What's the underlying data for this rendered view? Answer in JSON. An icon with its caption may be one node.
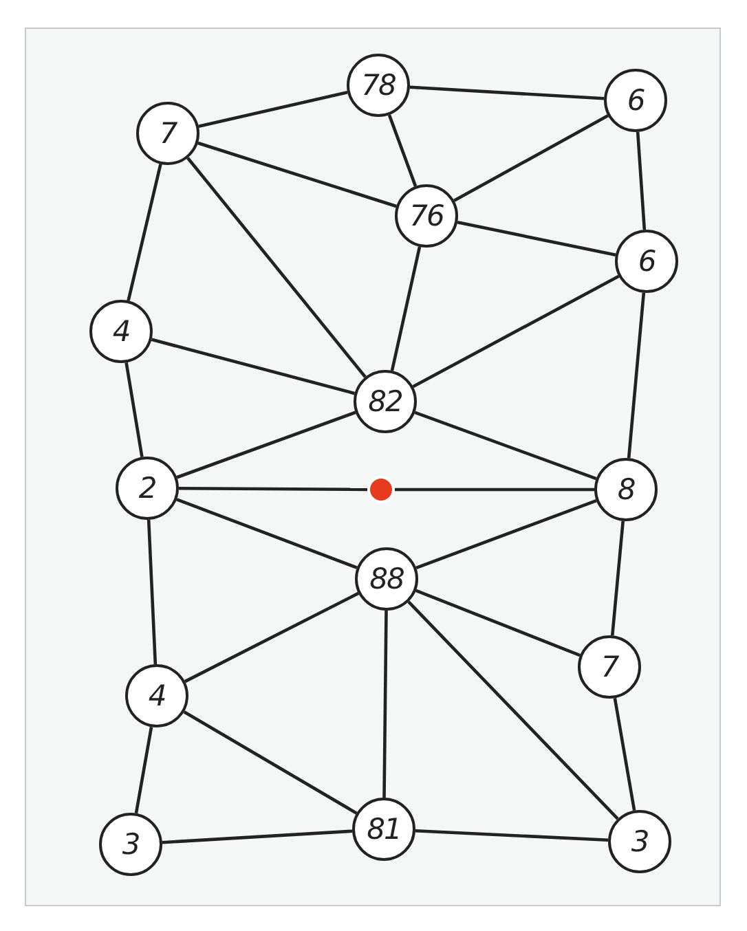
{
  "diagram": {
    "nodes": [
      {
        "text": [
          "7"
        ]
      },
      {
        "text": [
          "78"
        ]
      },
      {
        "text": [
          "6"
        ]
      },
      {
        "text": [
          "76"
        ]
      },
      {
        "text": [
          "6"
        ]
      },
      {
        "text": [
          "4"
        ]
      },
      {
        "text": [
          "82"
        ]
      },
      {
        "text": [
          "2"
        ]
      },
      {
        "text": [],
        "shape": "circle"
      },
      {
        "text": [
          "8"
        ]
      },
      {
        "text": [
          "88"
        ]
      },
      {
        "text": [
          "7"
        ]
      },
      {
        "text": [
          "4"
        ]
      },
      {
        "text": [
          "3"
        ]
      },
      {
        "text": [
          "81"
        ]
      },
      {
        "text": [
          "3"
        ]
      }
    ],
    "edges": [
      {
        "from": 0,
        "to": 1,
        "arrow": "none"
      },
      {
        "from": 1,
        "to": 2,
        "arrow": "none"
      },
      {
        "from": 1,
        "to": 3,
        "arrow": "none"
      },
      {
        "from": 0,
        "to": 3,
        "arrow": "none"
      },
      {
        "from": 3,
        "to": 2,
        "arrow": "none"
      },
      {
        "from": 3,
        "to": 4,
        "arrow": "none"
      },
      {
        "from": 2,
        "to": 4,
        "arrow": "none"
      },
      {
        "from": 0,
        "to": 5,
        "arrow": "none"
      },
      {
        "from": 0,
        "to": 6,
        "arrow": "none"
      },
      {
        "from": 3,
        "to": 6,
        "arrow": "none"
      },
      {
        "from": 4,
        "to": 6,
        "arrow": "none"
      },
      {
        "from": 5,
        "to": 6,
        "arrow": "none"
      },
      {
        "from": 5,
        "to": 7,
        "arrow": "none"
      },
      {
        "from": 7,
        "to": 6,
        "arrow": "none"
      },
      {
        "from": 6,
        "to": 9,
        "arrow": "none"
      },
      {
        "from": 4,
        "to": 9,
        "arrow": "none"
      },
      {
        "from": 7,
        "to": 8,
        "arrow": "none"
      },
      {
        "from": 8,
        "to": 9,
        "arrow": "none"
      },
      {
        "from": 7,
        "to": 10,
        "arrow": "none"
      },
      {
        "from": 9,
        "to": 10,
        "arrow": "none"
      },
      {
        "from": 10,
        "to": 11,
        "arrow": "none"
      },
      {
        "from": 9,
        "to": 11,
        "arrow": "none"
      },
      {
        "from": 10,
        "to": 12,
        "arrow": "none"
      },
      {
        "from": 7,
        "to": 12,
        "arrow": "none"
      },
      {
        "from": 10,
        "to": 14,
        "arrow": "none"
      },
      {
        "from": 10,
        "to": 15,
        "arrow": "none"
      },
      {
        "from": 11,
        "to": 15,
        "arrow": "none"
      },
      {
        "from": 12,
        "to": 13,
        "arrow": "none"
      },
      {
        "from": 12,
        "to": 14,
        "arrow": "none"
      },
      {
        "from": 13,
        "to": 14,
        "arrow": "none"
      },
      {
        "from": 14,
        "to": 15,
        "arrow": "none"
      }
    ]
  }
}
